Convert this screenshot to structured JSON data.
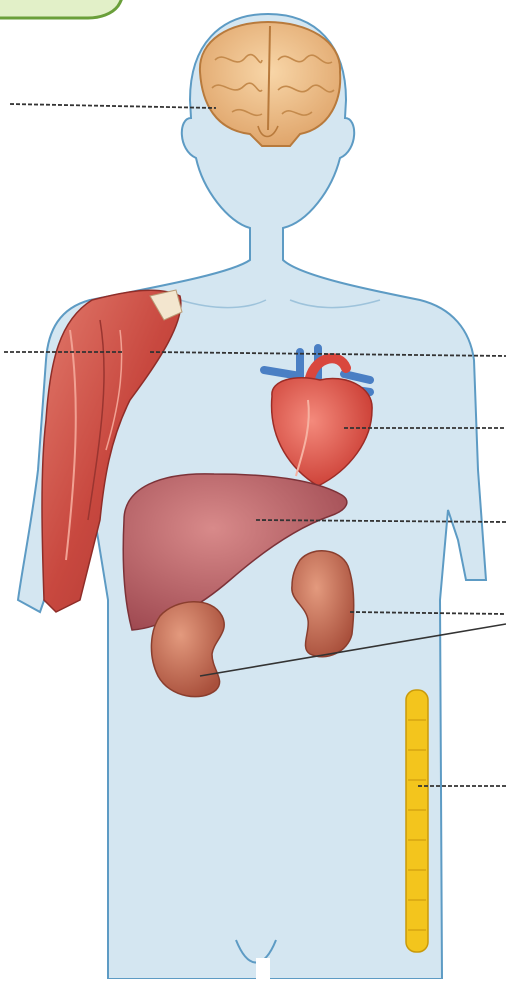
{
  "figure": {
    "corner_tab_text": "",
    "colors": {
      "background": "#ffffff",
      "body_fill": "#d4e6f1",
      "body_outline": "#5d9bc4",
      "tab_fill": "#e2f0c8",
      "tab_border": "#6a9f3a",
      "brain": "#f0c38c",
      "muscle": "#d2554a",
      "heart": "#e0564c",
      "vessel_blue": "#4a7fc4",
      "liver": "#b45d62",
      "kidney": "#c26d55",
      "spinal_cord": "#f3c51d",
      "leader_line": "#333333"
    },
    "parts": [
      {
        "name": "brain",
        "label": ""
      },
      {
        "name": "muscle",
        "label": ""
      },
      {
        "name": "heart",
        "label": ""
      },
      {
        "name": "liver",
        "label": ""
      },
      {
        "name": "kidneys",
        "label": ""
      },
      {
        "name": "spinal-cord",
        "label": ""
      }
    ]
  }
}
